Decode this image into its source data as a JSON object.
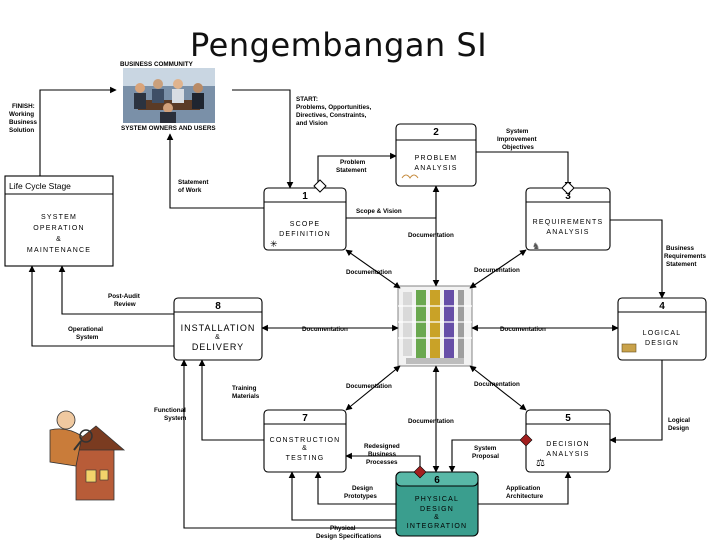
{
  "title": "Pengembangan SI",
  "community": {
    "title": "BUSINESS COMMUNITY",
    "subtitle": "SYSTEM OWNERS AND USERS"
  },
  "lifecycle": {
    "header": "Life Cycle Stage",
    "stage_line1": "SYSTEM",
    "stage_line2": "OPERATION",
    "stage_line3": "&",
    "stage_line4": "MAINTENANCE"
  },
  "phases": {
    "p1": {
      "num": "1",
      "name1": "SCOPE",
      "name2": "DEFINITION"
    },
    "p2": {
      "num": "2",
      "name1": "PROBLEM",
      "name2": "ANALYSIS"
    },
    "p3": {
      "num": "3",
      "name1": "REQUIREMENTS",
      "name2": "ANALYSIS"
    },
    "p4": {
      "num": "4",
      "name1": "LOGICAL",
      "name2": "DESIGN"
    },
    "p5": {
      "num": "5",
      "name1": "DECISION",
      "name2": "ANALYSIS"
    },
    "p6": {
      "num": "6",
      "name1": "PHYSICAL",
      "name2": "DESIGN",
      "name3": "&",
      "name4": "INTEGRATION"
    },
    "p7": {
      "num": "7",
      "name1": "CONSTRUCTION",
      "name2": "&",
      "name3": "TESTING"
    },
    "p8": {
      "num": "8",
      "name1": "INSTALLATION",
      "name2": "&",
      "name3": "DELIVERY"
    }
  },
  "labels": {
    "finish_1": "FINISH:",
    "finish_2": "Working",
    "finish_3": "Business",
    "finish_4": "Solution",
    "start_1": "START:",
    "start_2": "Problems, Opportunities,",
    "start_3": "Directives, Constraints,",
    "start_4": "and Vision",
    "sio_1": "System",
    "sio_2": "Improvement",
    "sio_3": "Objectives",
    "ps_1": "Problem",
    "ps_2": "Statement",
    "sow_1": "Statement",
    "sow_2": "of Work",
    "scope_vision": "Scope & Vision",
    "brs_1": "Business",
    "brs_2": "Requirements",
    "brs_3": "Statement",
    "doc": "Documentation",
    "par_1": "Post-Audit",
    "par_2": "Review",
    "os_1": "Operational",
    "os_2": "System",
    "tm_1": "Training",
    "tm_2": "Materials",
    "fs_1": "Functional",
    "fs_2": "System",
    "ld_1": "Logical",
    "ld_2": "Design",
    "rbp_1": "Redesigned",
    "rbp_2": "Business",
    "rbp_3": "Processes",
    "sp_1": "System",
    "sp_2": "Proposal",
    "dp_1": "Design",
    "dp_2": "Prototypes",
    "aa_1": "Application",
    "aa_2": "Architecture",
    "pds_1": "Physical",
    "pds_2": "Design Specifications"
  }
}
